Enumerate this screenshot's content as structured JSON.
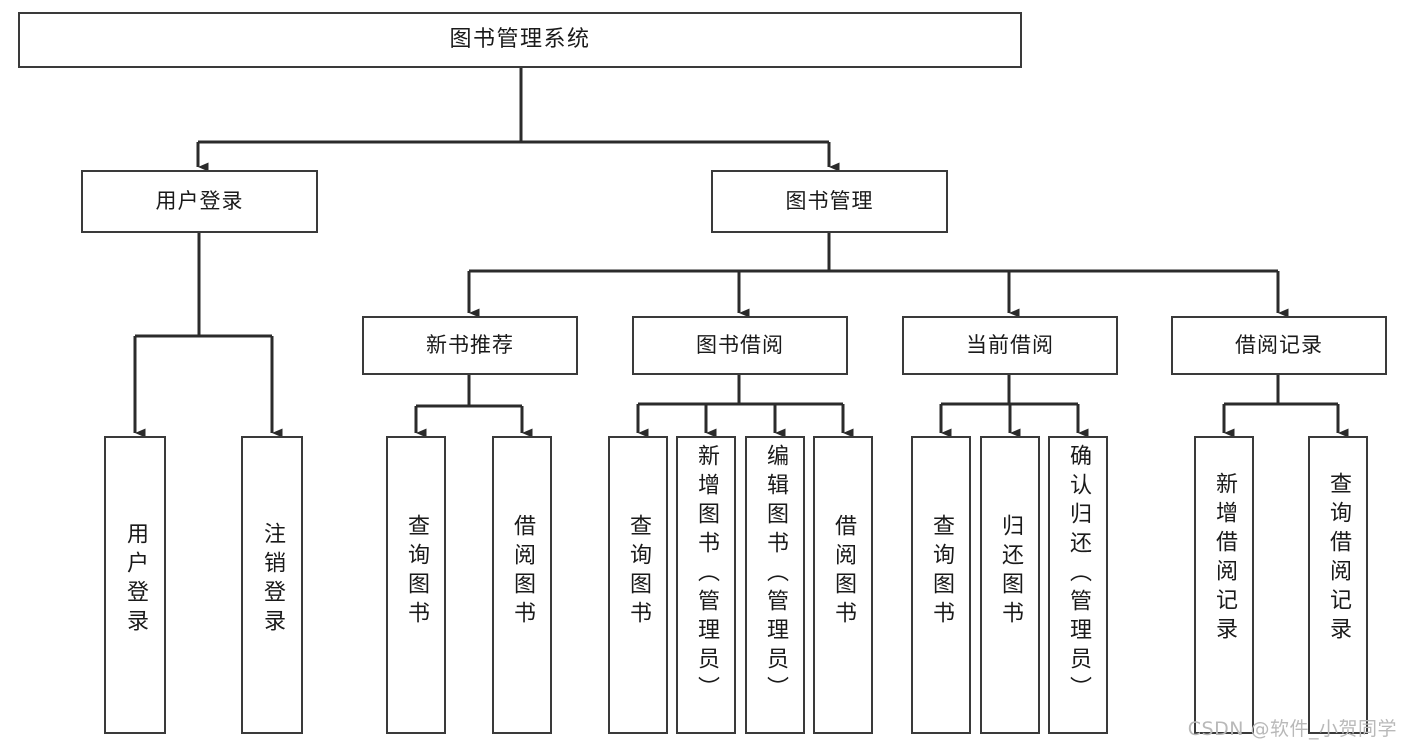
{
  "diagram": {
    "type": "tree-hierarchy",
    "title": "图书管理系统",
    "orientation": "top-down",
    "colors": {
      "box_border": "#3a3a3a",
      "box_fill": "#ffffff",
      "connector": "#2b2b2b",
      "text": "#1a1a1a",
      "watermark": "#b9b9b9",
      "background": "#ffffff"
    },
    "root": {
      "id": "root",
      "label": "图书管理系统"
    },
    "level2": [
      {
        "id": "user-login",
        "label": "用户登录"
      },
      {
        "id": "book-manage",
        "label": "图书管理"
      }
    ],
    "level3": [
      {
        "id": "new-book-recommend",
        "label": "新书推荐",
        "parent": "book-manage"
      },
      {
        "id": "book-borrow",
        "label": "图书借阅",
        "parent": "book-manage"
      },
      {
        "id": "current-borrow",
        "label": "当前借阅",
        "parent": "book-manage"
      },
      {
        "id": "borrow-record",
        "label": "借阅记录",
        "parent": "book-manage"
      }
    ],
    "leaves": [
      {
        "id": "leaf-user-login",
        "label": "用户登录",
        "parent": "user-login"
      },
      {
        "id": "leaf-logout",
        "label": "注销登录",
        "parent": "user-login"
      },
      {
        "id": "leaf-query-book-1",
        "label": "查询图书",
        "parent": "new-book-recommend"
      },
      {
        "id": "leaf-borrow-book-1",
        "label": "借阅图书",
        "parent": "new-book-recommend"
      },
      {
        "id": "leaf-query-book-2",
        "label": "查询图书",
        "parent": "book-borrow"
      },
      {
        "id": "leaf-add-book",
        "label": "新增图书（管理员）",
        "parent": "book-borrow"
      },
      {
        "id": "leaf-edit-book",
        "label": "编辑图书（管理员）",
        "parent": "book-borrow"
      },
      {
        "id": "leaf-borrow-book-2",
        "label": "借阅图书",
        "parent": "book-borrow"
      },
      {
        "id": "leaf-query-book-3",
        "label": "查询图书",
        "parent": "current-borrow"
      },
      {
        "id": "leaf-return-book",
        "label": "归还图书",
        "parent": "current-borrow"
      },
      {
        "id": "leaf-confirm-return",
        "label": "确认归还（管理员）",
        "parent": "current-borrow"
      },
      {
        "id": "leaf-add-record",
        "label": "新增借阅记录",
        "parent": "borrow-record"
      },
      {
        "id": "leaf-query-record",
        "label": "查询借阅记录",
        "parent": "borrow-record"
      }
    ]
  },
  "watermark": {
    "text": "CSDN @软件_小贺同学"
  }
}
